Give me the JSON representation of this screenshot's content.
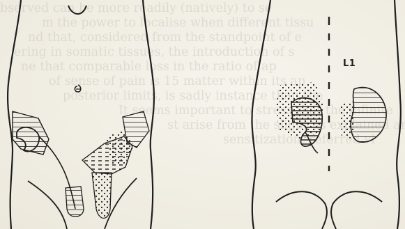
{
  "figure": {
    "vertebra_label": "L1"
  },
  "bleed_through_text": [
    "bserved can be more readily (natively) to se",
    "m the power to localise when different tissu",
    "nd that, considered from the standpoint of e",
    "ering in somatic tissues, the introduction of s",
    "ne that comparable loss in the ratio of ap",
    "of sense of pain is 15 matter within its ap",
    "posterior limits, is sadly instance than the",
    "It seems important to stress that the infinite",
    "st arise from the slight as explained and",
    "sensitization, referred vi"
  ],
  "colors": {
    "ink": "#1e1e1e",
    "paper": "#f2efe6",
    "bleed_text": "#cfcbbf"
  }
}
